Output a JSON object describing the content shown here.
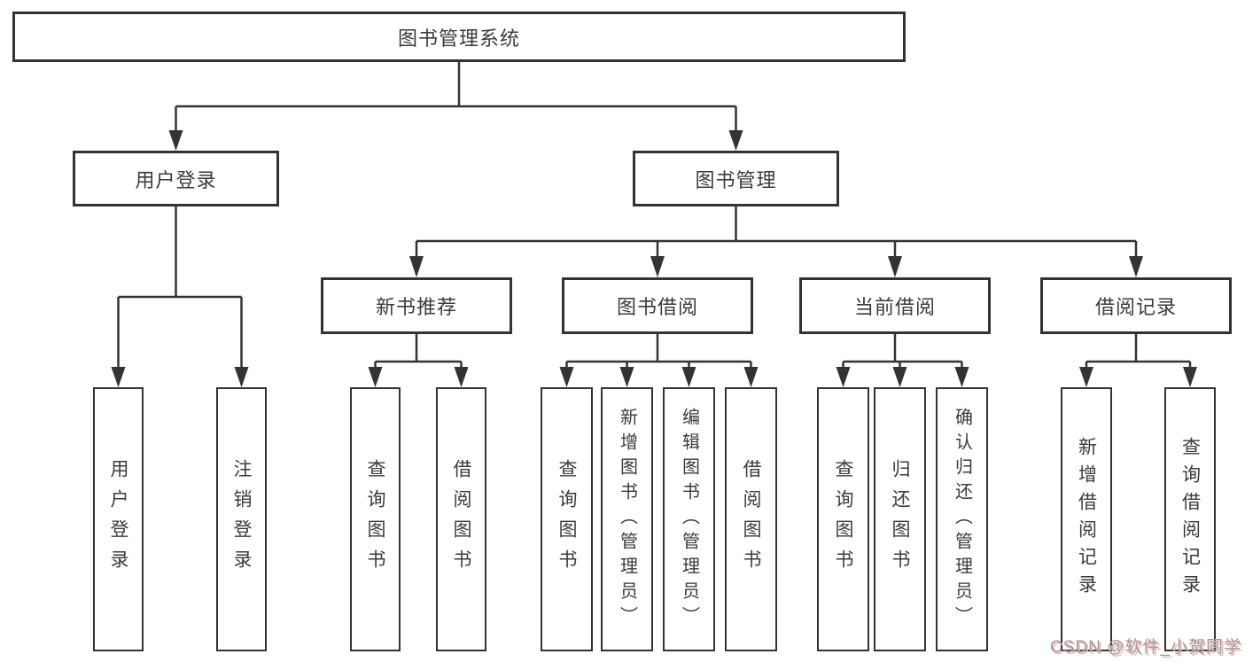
{
  "diagram": {
    "root": "图书管理系统",
    "level2": [
      "用户登录",
      "图书管理"
    ],
    "level3": [
      "新书推荐",
      "图书借阅",
      "当前借阅",
      "借阅记录"
    ],
    "leafGroups": {
      "userLogin": [
        "用户登录",
        "注销登录"
      ],
      "newBooks": [
        "查询图书",
        "借阅图书"
      ],
      "bookBorrow": [
        "查询图书",
        "新增图书（管理员）",
        "编辑图书（管理员）",
        "借阅图书"
      ],
      "currentBorrow": [
        "查询图书",
        "归还图书",
        "确认归还（管理员）"
      ],
      "borrowRecords": [
        "新增借阅记录",
        "查询借阅记录"
      ]
    }
  },
  "watermark": "CSDN @软件_小贺同学",
  "colors": {
    "line": "#333333",
    "box_border": "#333333",
    "box_background": "#ffffff",
    "text": "#3b3b3b",
    "watermark_text": "#9c9c9c",
    "watermark_shadow": "#f0aeae",
    "background": "#ffffff"
  }
}
